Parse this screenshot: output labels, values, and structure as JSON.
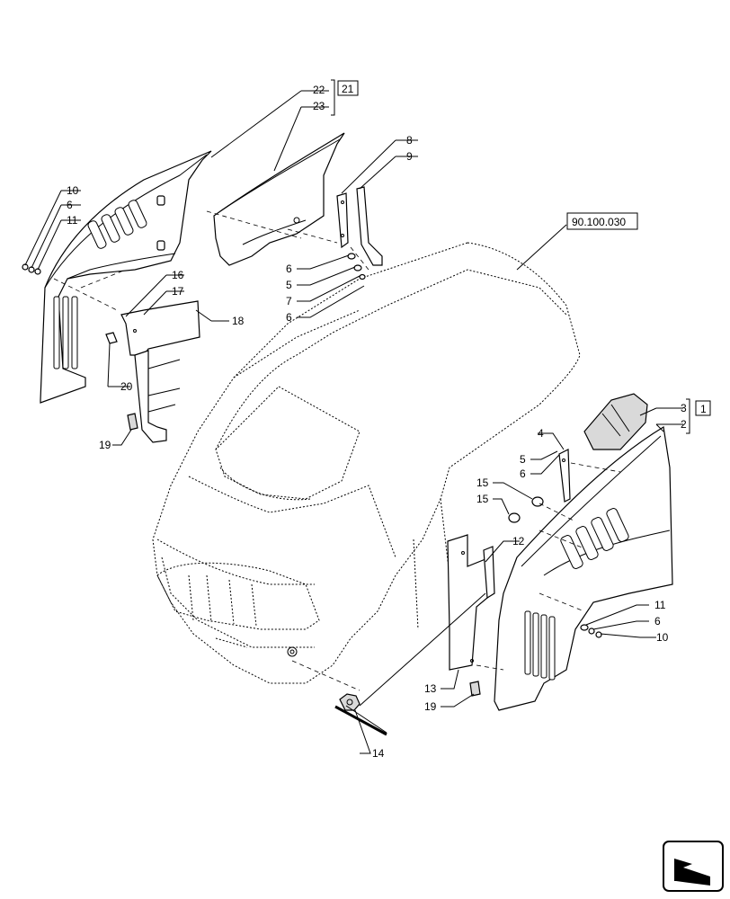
{
  "callouts": {
    "c22": "22",
    "c23": "23",
    "c21": "21",
    "c8": "8",
    "c9": "9",
    "c10_left": "10",
    "c6_left": "6",
    "c11_left": "11",
    "c6_a": "6",
    "c5_a": "5",
    "c7": "7",
    "c6_b": "6",
    "c16": "16",
    "c17": "17",
    "c18": "18",
    "c20": "20",
    "c19_left": "19",
    "ref_box": "90.100.030",
    "c3": "3",
    "c2": "2",
    "c1": "1",
    "c4": "4",
    "c5_b": "5",
    "c6_c": "6",
    "c15_a": "15",
    "c15_b": "15",
    "c12": "12",
    "c11_right": "11",
    "c6_right": "6",
    "c10_right": "10",
    "c13": "13",
    "c19_right": "19",
    "c14": "14"
  },
  "icons": {
    "nav": "arrow-icon"
  }
}
